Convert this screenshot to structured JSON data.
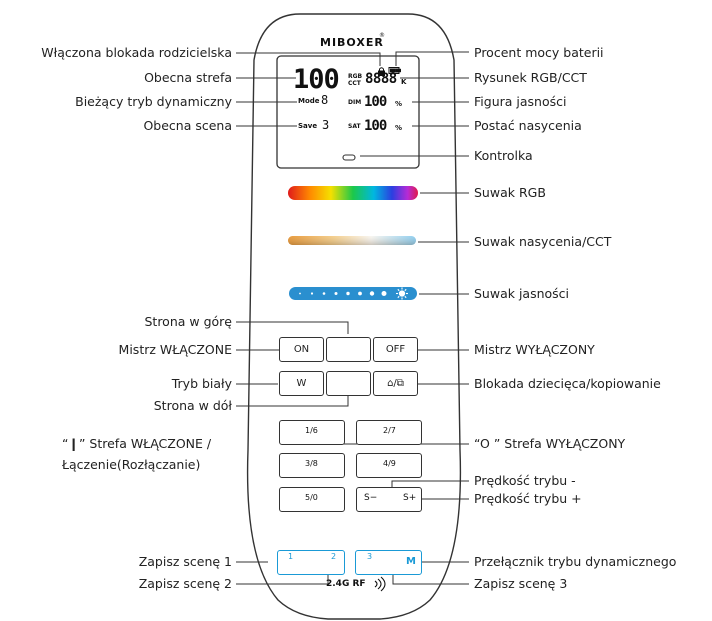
{
  "brand": "MIBOXER",
  "footer": "2.4G RF",
  "colors": {
    "outline": "#333333",
    "blue": "#1a9ad6",
    "text": "#222222"
  },
  "lcd": {
    "zone": "100",
    "mode_label": "Mode",
    "mode_value": "8",
    "save_label": "Save",
    "save_value": "3",
    "rgb_label": "RGB",
    "cct_label": "CCT",
    "rgbcct_value": "8888",
    "rgbcct_unit": "K",
    "dim_label": "DIM",
    "dim_value": "100",
    "dim_unit": "%",
    "sat_label": "SAT",
    "sat_value": "100",
    "sat_unit": "%"
  },
  "buttons": {
    "on": "ON",
    "off": "OFF",
    "w": "W",
    "lock_copy": "⌂/⧉",
    "z16": "1/6",
    "z27": "2/7",
    "z38": "3/8",
    "z49": "4/9",
    "z50": "5/0",
    "speed_minus": "S−",
    "speed_plus": "S+",
    "save1": "1",
    "save2": "2",
    "save3": "3",
    "mode": "M"
  },
  "labels_left": {
    "parental_lock": "Włączona blokada rodzicielska",
    "current_zone": "Obecna strefa",
    "current_dynamic_mode": "Bieżący tryb dynamiczny",
    "current_scene": "Obecna scena",
    "page_up": "Strona w górę",
    "master_on": "Mistrz WŁĄCZONE",
    "white_mode": "Tryb biały",
    "page_down": "Strona w dół",
    "zone_on_line1": "“❙” Strefa WŁĄCZONE /",
    "zone_on_line2": "Łączenie(Rozłączanie)",
    "save_scene_1": "Zapisz scenę 1",
    "save_scene_2": "Zapisz scenę 2"
  },
  "labels_right": {
    "battery_percent": "Procent mocy baterii",
    "rgbcct_figure": "Rysunek RGB/CCT",
    "brightness_figure": "Figura jasności",
    "saturation_figure": "Postać nasycenia",
    "indicator": "Kontrolka",
    "rgb_slider": "Suwak RGB",
    "sat_cct_slider": "Suwak nasycenia/CCT",
    "brightness_slider": "Suwak jasności",
    "master_off": "Mistrz WYŁĄCZONY",
    "child_lock_copy": "Blokada dziecięca/kopiowanie",
    "zone_off": "“O ” Strefa WYŁĄCZONY",
    "speed_minus": "Prędkość trybu -",
    "speed_plus": "Prędkość trybu +",
    "dynamic_mode_switch": "Przełącznik trybu dynamicznego",
    "save_scene_3": "Zapisz scenę 3"
  }
}
